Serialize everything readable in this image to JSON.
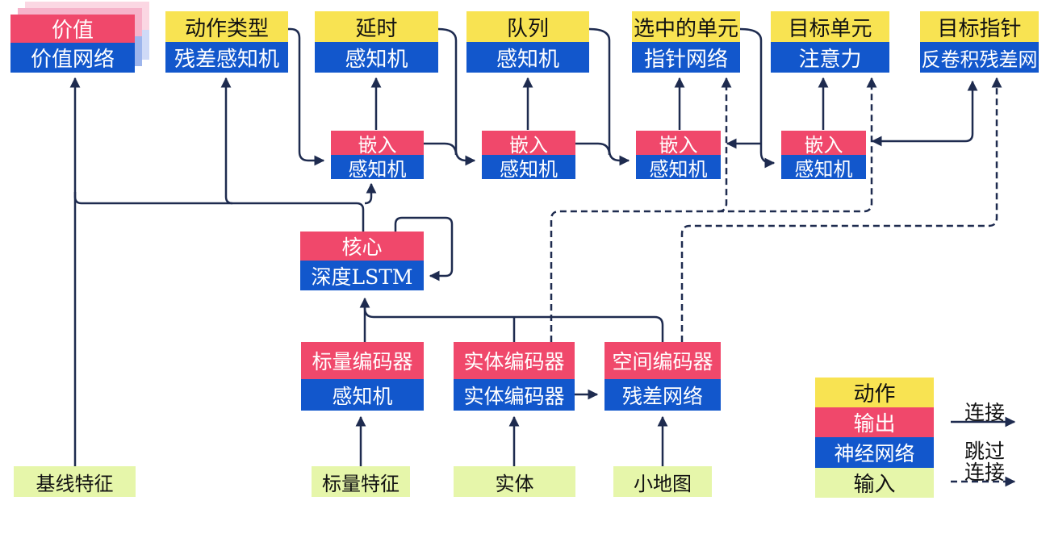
{
  "title": "AlphaStar-style agent architecture diagram (Chinese)",
  "nodes": {
    "value": {
      "header": "价值",
      "body": "价值网络"
    },
    "action_type": {
      "header": "动作类型",
      "body": "残差感知机"
    },
    "delay": {
      "header": "延时",
      "body": "感知机"
    },
    "queue": {
      "header": "队列",
      "body": "感知机"
    },
    "selected_units": {
      "header": "选中的单元",
      "body": "指针网络"
    },
    "target_unit": {
      "header": "目标单元",
      "body": "注意力"
    },
    "target_point": {
      "header": "目标指针",
      "body": "反卷积残差网"
    },
    "embed1": {
      "header": "嵌入",
      "body": "感知机"
    },
    "embed2": {
      "header": "嵌入",
      "body": "感知机"
    },
    "embed3": {
      "header": "嵌入",
      "body": "感知机"
    },
    "embed4": {
      "header": "嵌入",
      "body": "感知机"
    },
    "core": {
      "header": "核心",
      "body": "深度LSTM"
    },
    "scalar_encoder": {
      "header": "标量编码器",
      "body": "感知机"
    },
    "entity_encoder": {
      "header": "实体编码器",
      "body": "实体编码器"
    },
    "spatial_encoder": {
      "header": "空间编码器",
      "body": "残差网络"
    },
    "baseline_features": {
      "label": "基线特征"
    },
    "scalar_features": {
      "label": "标量特征"
    },
    "entities": {
      "label": "实体"
    },
    "minimap": {
      "label": "小地图"
    }
  },
  "legend": {
    "action": "动作",
    "output": "输出",
    "neural_network": "神经网络",
    "input": "输入",
    "connection": "连接",
    "skip_line1": "跳过",
    "skip_line2": "连接"
  },
  "colors": {
    "action_yellow": "#f8e352",
    "output_red": "#f0486b",
    "network_blue": "#1257cc",
    "input_green": "#e6f6aa",
    "line_navy": "#1e2b4f",
    "shadow_pink_near": "#f6b3ca",
    "shadow_pink_far": "#fbd7e3",
    "shadow_blue_near": "#9db5ec",
    "shadow_blue_far": "#cfdaf7"
  },
  "edges": [
    {
      "from": "baseline_features",
      "to": "value",
      "type": "solid"
    },
    {
      "from": "core",
      "to": "value",
      "type": "solid"
    },
    {
      "from": "core",
      "to": "action_type",
      "type": "solid"
    },
    {
      "from": "core",
      "to": "embed1",
      "type": "solid"
    },
    {
      "from": "action_type",
      "to": "embed1",
      "type": "solid"
    },
    {
      "from": "embed1",
      "to": "delay",
      "type": "solid"
    },
    {
      "from": "embed1",
      "to": "embed2",
      "type": "solid"
    },
    {
      "from": "delay",
      "to": "embed2",
      "type": "solid"
    },
    {
      "from": "embed2",
      "to": "queue",
      "type": "solid"
    },
    {
      "from": "embed2",
      "to": "embed3",
      "type": "solid"
    },
    {
      "from": "queue",
      "to": "embed3",
      "type": "solid"
    },
    {
      "from": "embed3",
      "to": "selected_units",
      "type": "solid"
    },
    {
      "from": "selected_units",
      "to": "embed3",
      "type": "solid"
    },
    {
      "from": "selected_units",
      "to": "embed4",
      "type": "solid"
    },
    {
      "from": "embed4",
      "to": "target_unit",
      "type": "solid"
    },
    {
      "from": "embed4",
      "to": "target_point",
      "type": "solid"
    },
    {
      "from": "core",
      "to": "core",
      "type": "solid"
    },
    {
      "from": "scalar_encoder",
      "to": "core",
      "type": "solid"
    },
    {
      "from": "entity_encoder",
      "to": "core",
      "type": "solid"
    },
    {
      "from": "spatial_encoder",
      "to": "core",
      "type": "solid"
    },
    {
      "from": "entity_encoder",
      "to": "spatial_encoder",
      "type": "solid"
    },
    {
      "from": "scalar_features",
      "to": "scalar_encoder",
      "type": "solid"
    },
    {
      "from": "entities",
      "to": "entity_encoder",
      "type": "solid"
    },
    {
      "from": "minimap",
      "to": "spatial_encoder",
      "type": "solid"
    },
    {
      "from": "entity_encoder",
      "to": "selected_units",
      "type": "dashed"
    },
    {
      "from": "entity_encoder",
      "to": "target_unit",
      "type": "dashed"
    },
    {
      "from": "spatial_encoder",
      "to": "target_point",
      "type": "dashed"
    }
  ]
}
